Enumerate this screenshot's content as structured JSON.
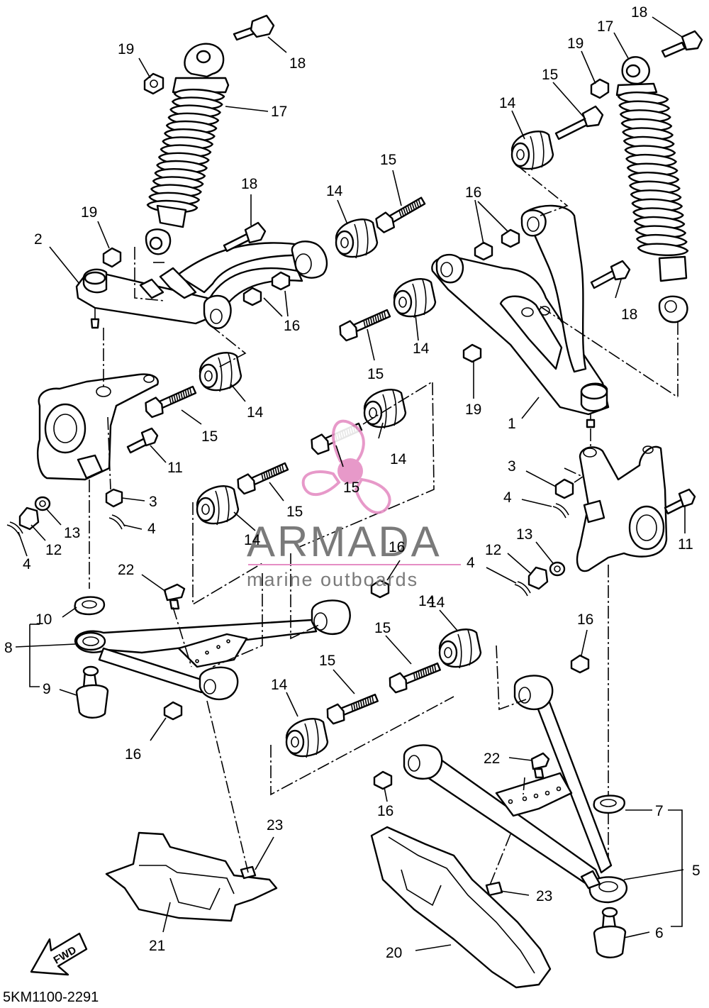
{
  "diagram_code": "5KM1100-2291",
  "watermark": {
    "brand": "ARMADA",
    "tagline": "marine outboards",
    "logo_number": "15",
    "brand_color": "#e58ec4",
    "text_color": "#7a7a7a"
  },
  "direction_marker": {
    "label": "FWD"
  },
  "callouts": [
    {
      "id": "c19a",
      "label": "19"
    },
    {
      "id": "c18a",
      "label": "18"
    },
    {
      "id": "c17a",
      "label": "17"
    },
    {
      "id": "c18b",
      "label": "18"
    },
    {
      "id": "c19b",
      "label": "19"
    },
    {
      "id": "c2",
      "label": "2"
    },
    {
      "id": "c14a",
      "label": "14"
    },
    {
      "id": "c15a",
      "label": "15"
    },
    {
      "id": "c16a",
      "label": "16"
    },
    {
      "id": "c14b",
      "label": "14"
    },
    {
      "id": "c15b",
      "label": "15"
    },
    {
      "id": "c14c",
      "label": "14"
    },
    {
      "id": "c15c",
      "label": "15"
    },
    {
      "id": "c11a",
      "label": "11"
    },
    {
      "id": "c3a",
      "label": "3"
    },
    {
      "id": "c4a",
      "label": "4"
    },
    {
      "id": "c13a",
      "label": "13"
    },
    {
      "id": "c12a",
      "label": "12"
    },
    {
      "id": "c4b",
      "label": "4"
    },
    {
      "id": "c10",
      "label": "10"
    },
    {
      "id": "c8",
      "label": "8"
    },
    {
      "id": "c9",
      "label": "9"
    },
    {
      "id": "c22a",
      "label": "22"
    },
    {
      "id": "c16b",
      "label": "16"
    },
    {
      "id": "c21",
      "label": "21"
    },
    {
      "id": "c23a",
      "label": "23"
    },
    {
      "id": "c14d",
      "label": "14"
    },
    {
      "id": "c15d",
      "label": "15"
    },
    {
      "id": "c14e",
      "label": "14"
    },
    {
      "id": "c15e",
      "label": "15"
    },
    {
      "id": "c14f",
      "label": "14"
    },
    {
      "id": "c16c",
      "label": "16"
    },
    {
      "id": "c14g",
      "label": "14"
    },
    {
      "id": "c15f",
      "label": "15"
    },
    {
      "id": "c15g",
      "label": "15"
    },
    {
      "id": "c14h",
      "label": "14"
    },
    {
      "id": "c16d",
      "label": "16"
    },
    {
      "id": "c16e",
      "label": "16"
    },
    {
      "id": "c22b",
      "label": "22"
    },
    {
      "id": "c18c",
      "label": "18"
    },
    {
      "id": "c17b",
      "label": "17"
    },
    {
      "id": "c19c",
      "label": "19"
    },
    {
      "id": "c15h",
      "label": "15"
    },
    {
      "id": "c14i",
      "label": "14"
    },
    {
      "id": "c16f",
      "label": "16"
    },
    {
      "id": "c18d",
      "label": "18"
    },
    {
      "id": "c19d",
      "label": "19"
    },
    {
      "id": "c1",
      "label": "1"
    },
    {
      "id": "c3b",
      "label": "3"
    },
    {
      "id": "c4c",
      "label": "4"
    },
    {
      "id": "c13b",
      "label": "13"
    },
    {
      "id": "c12b",
      "label": "12"
    },
    {
      "id": "c11b",
      "label": "11"
    },
    {
      "id": "c4d",
      "label": "4"
    },
    {
      "id": "c7",
      "label": "7"
    },
    {
      "id": "c5",
      "label": "5"
    },
    {
      "id": "c6",
      "label": "6"
    },
    {
      "id": "c23b",
      "label": "23"
    },
    {
      "id": "c20",
      "label": "20"
    }
  ]
}
